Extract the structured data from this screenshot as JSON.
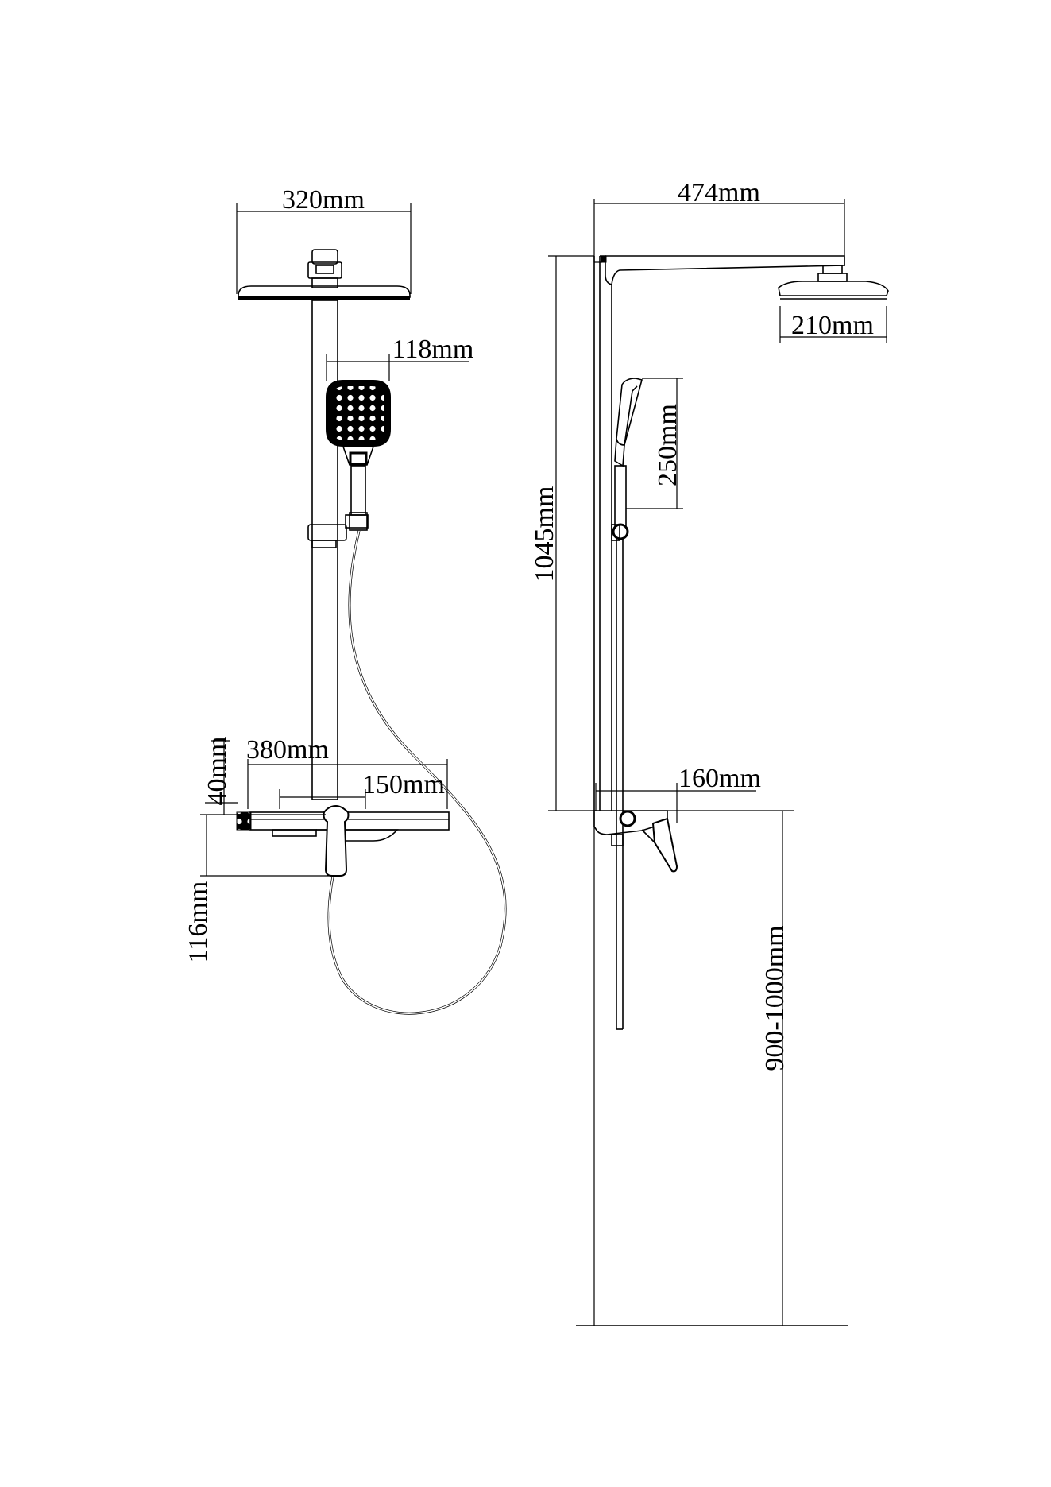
{
  "front_view": {
    "dimensions": {
      "rain_head_width": "320mm",
      "hand_shower_width": "118mm",
      "shelf_width": "380mm",
      "shelf_height": "40mm",
      "spout_projection": "150mm",
      "mixer_height": "116mm"
    }
  },
  "side_view": {
    "dimensions": {
      "arm_length": "474mm",
      "head_diameter": "210mm",
      "hand_shower_length": "250mm",
      "rail_height": "1045mm",
      "spout_projection": "160mm",
      "install_height": "900-1000mm"
    }
  }
}
